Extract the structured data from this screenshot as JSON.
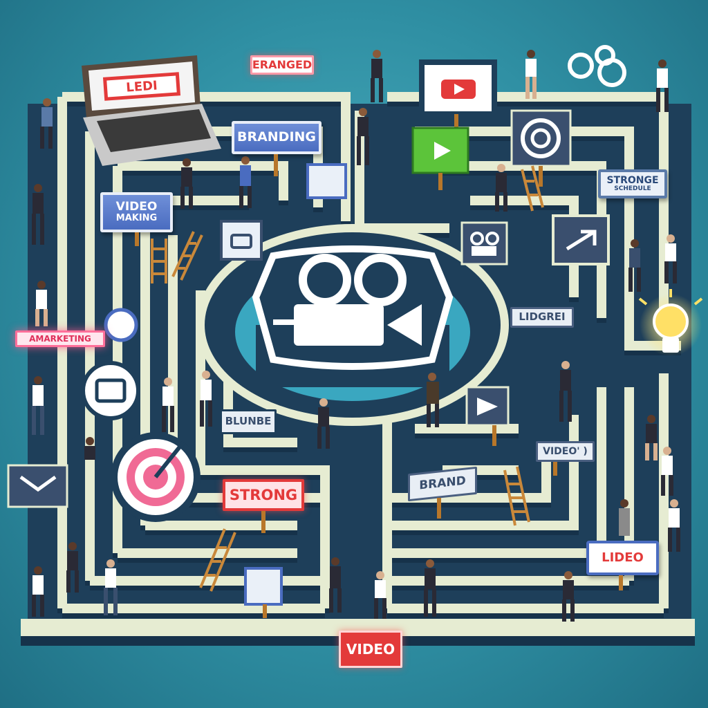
{
  "scene": {
    "colors": {
      "background": "#2f8fa3",
      "maze_wall_top": "#e6ecd2",
      "maze_wall_side": "#1e3f5a",
      "sign_blue": "#4a6cc0",
      "sign_red": "#e33a3a",
      "post": "#b8772a",
      "lightbulb": "#ffe066"
    },
    "signs": {
      "eranged": "ERANGED",
      "branding": "BRANDING",
      "video_marking_line1": "VIDEO",
      "video_marking_line2": "MAKING",
      "stronge_line1": "STRONGE",
      "stronge_line2": "SCHEDULE",
      "amarketing": "AMARKETING",
      "lidgrei": "LIDGREI",
      "blunbe": "BLUNBE",
      "strong": "STRONG",
      "video_small": "VIDEO' )",
      "brand": "BRAND",
      "lideo": "LIDEO",
      "video_bottom": "VIDEO",
      "laptop_screen": "LEDI"
    },
    "icons": [
      "central-video-camera-icon",
      "youtube-play-icon",
      "green-play-icon",
      "target-icon",
      "lightbulb-icon",
      "gears-icon",
      "camera-sign-icon",
      "arrow-sign-icon",
      "ladder-icon",
      "laptop-icon"
    ]
  }
}
